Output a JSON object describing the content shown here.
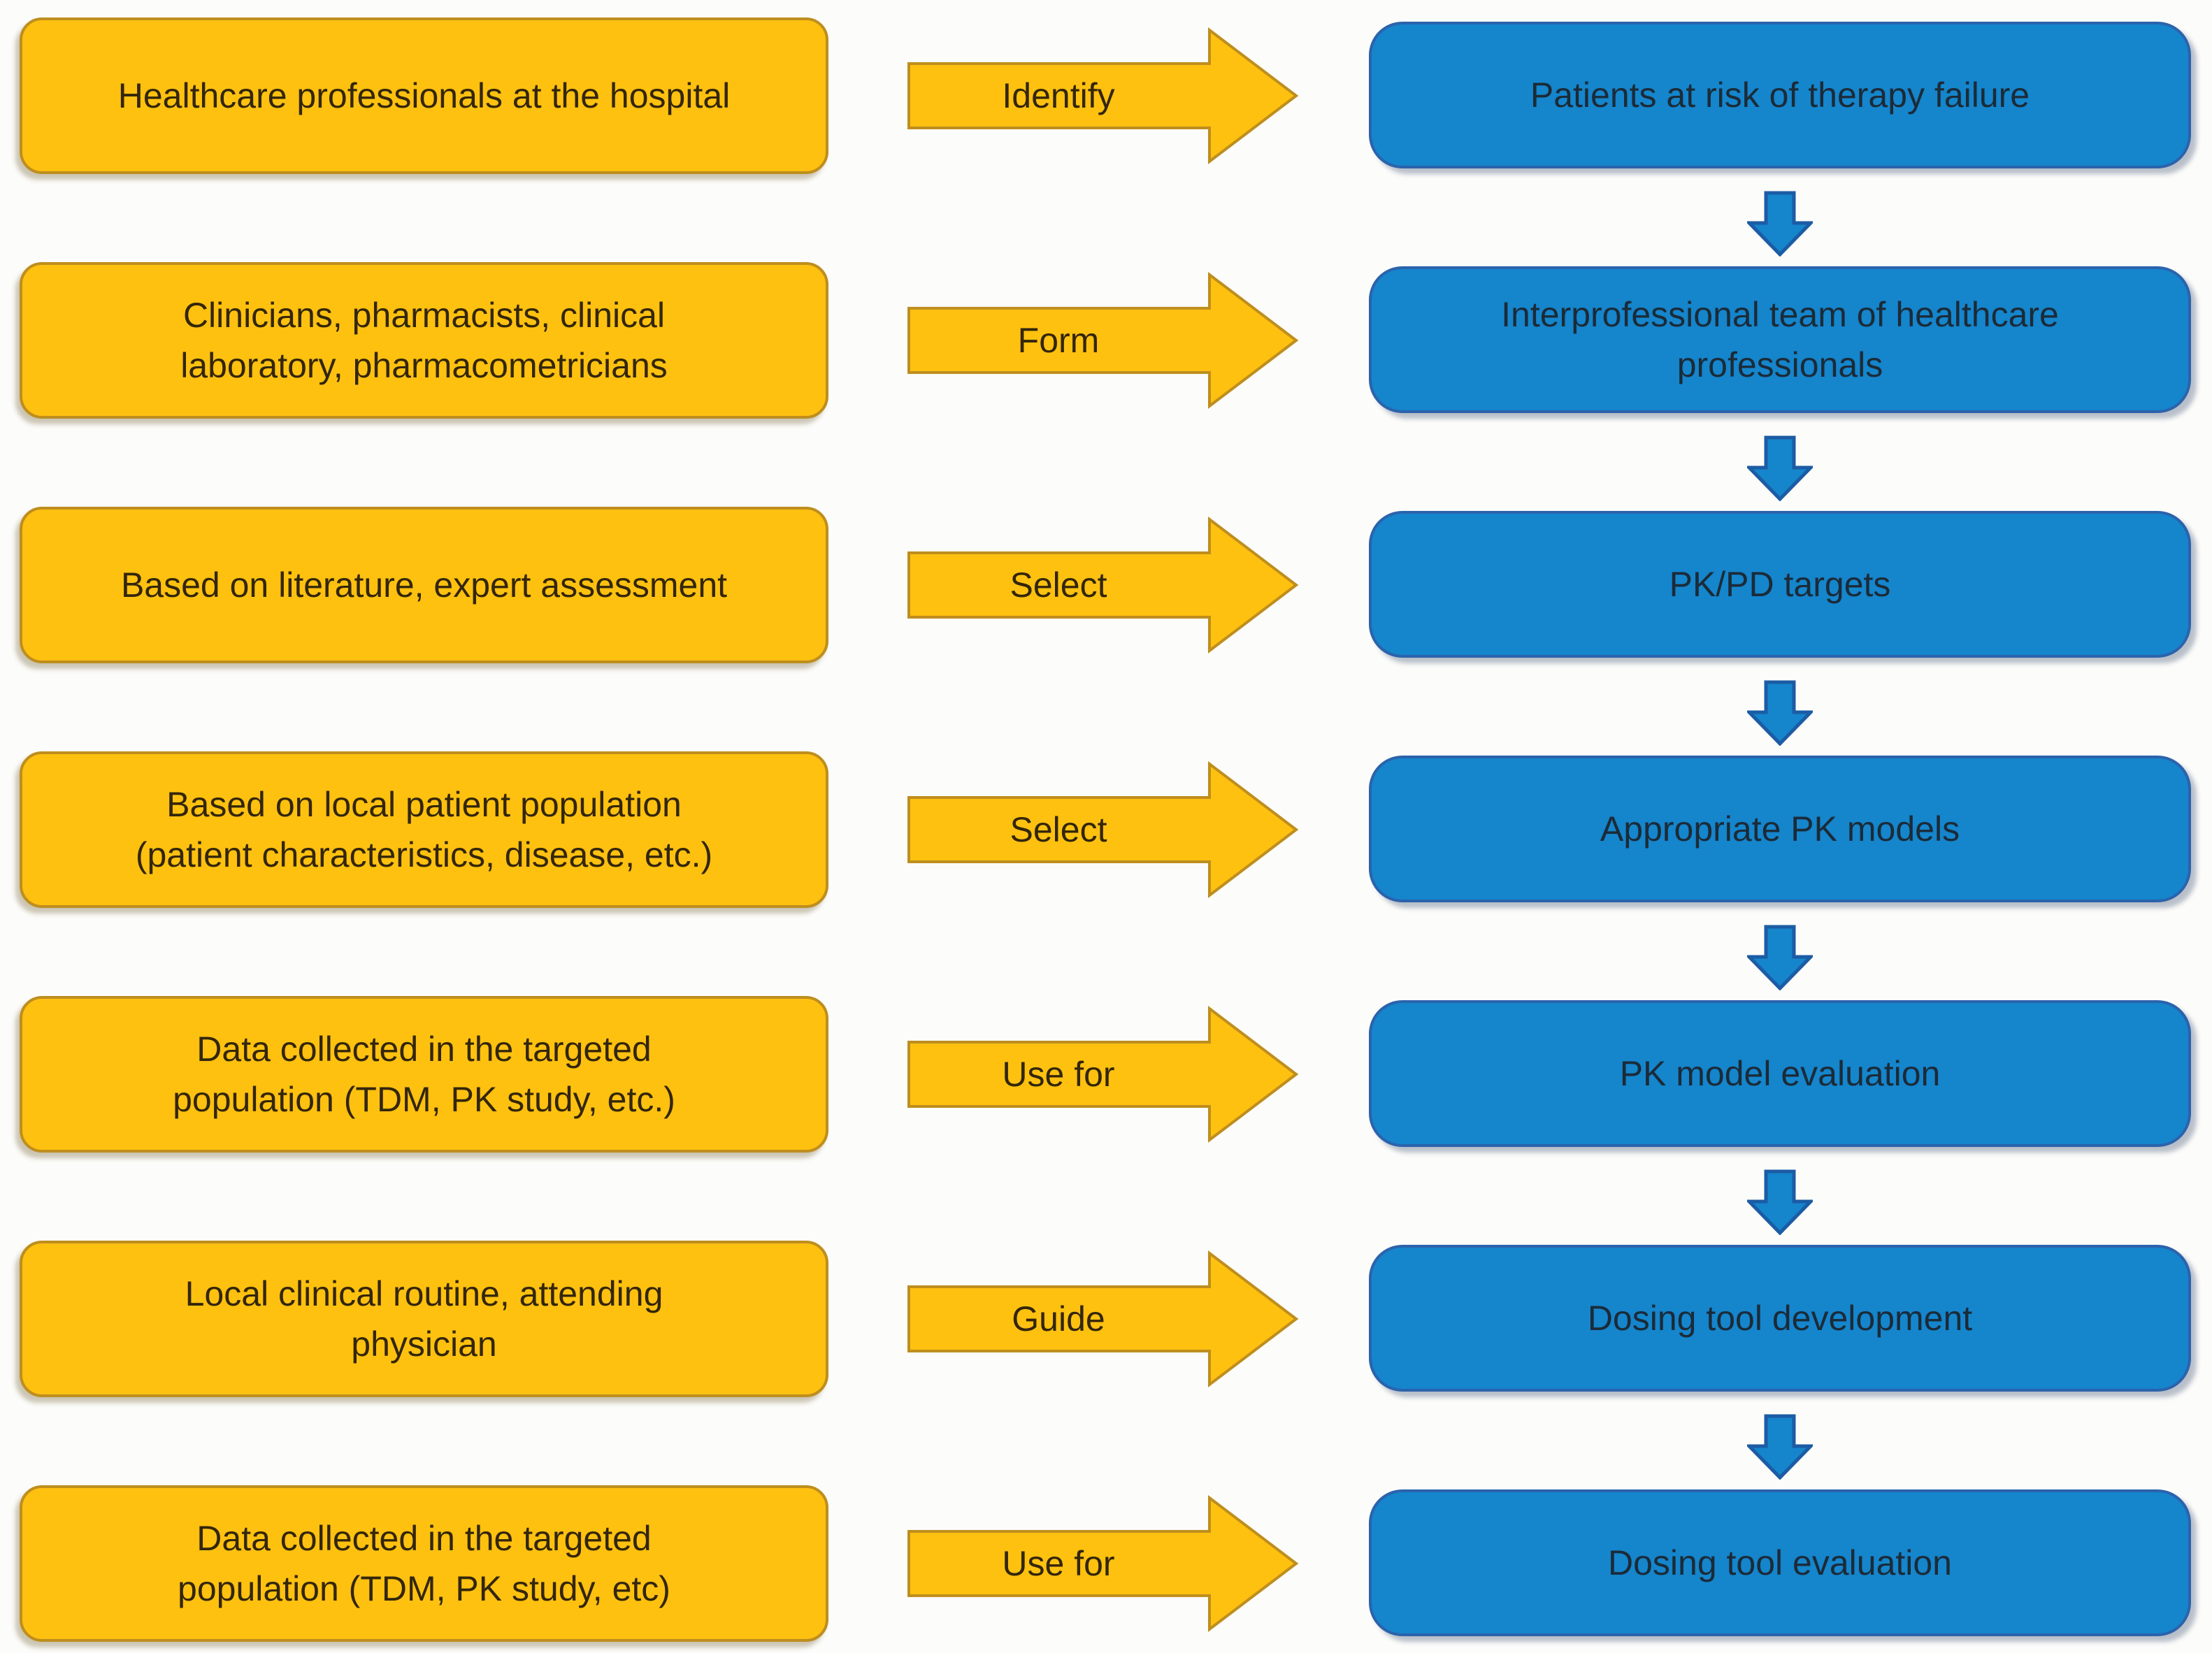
{
  "colors": {
    "background": "#FCFCFA",
    "orange_fill": "#FFC110",
    "orange_border": "#BE8E1E",
    "orange_text": "#33260B",
    "blue_fill": "#1585CC",
    "blue_border": "#2B63AC",
    "blue_text": "#1B2B38",
    "arrow_fill": "#FFC110",
    "arrow_border": "#BE8E1E",
    "down_arrow_fill": "#1585CC",
    "down_arrow_border": "#1C5CA4",
    "verb_text": "#33260B"
  },
  "rows": [
    {
      "source": "Healthcare professionals at the hospital",
      "action": "Identify",
      "result": "Patients at risk of therapy failure"
    },
    {
      "source": "Clinicians, pharmacists, clinical\nlaboratory, pharmacometricians",
      "action": "Form",
      "result": "Interprofessional team of healthcare\nprofessionals"
    },
    {
      "source": "Based on literature, expert assessment",
      "action": "Select",
      "result": "PK/PD targets"
    },
    {
      "source": "Based on local patient population\n(patient characteristics, disease, etc.)",
      "action": "Select",
      "result": "Appropriate PK models"
    },
    {
      "source": "Data collected in the targeted\npopulation (TDM, PK study, etc.)",
      "action": "Use for",
      "result": "PK model evaluation"
    },
    {
      "source": "Local clinical routine, attending\nphysician",
      "action": "Guide",
      "result": "Dosing tool development"
    },
    {
      "source": "Data collected in the targeted\npopulation (TDM, PK study, etc)",
      "action": "Use for",
      "result": "Dosing tool evaluation"
    }
  ]
}
